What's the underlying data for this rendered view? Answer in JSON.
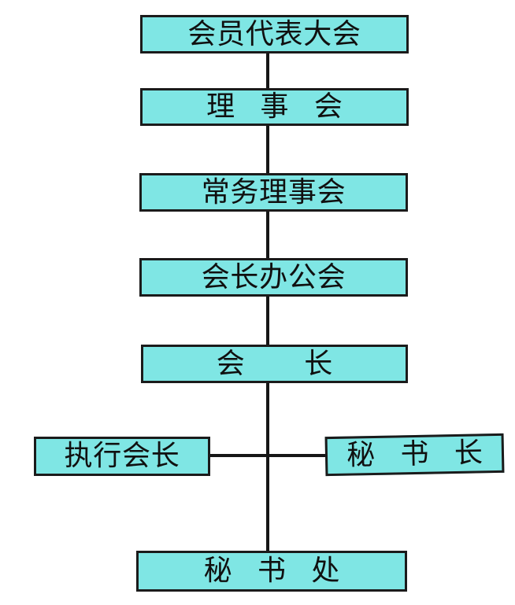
{
  "diagram": {
    "type": "org-chart",
    "background_color": "#ffffff",
    "box_fill_color": "#7fe6e4",
    "box_border_color": "#1b1b1b",
    "line_color": "#161616",
    "text_color": "#101010",
    "nodes": [
      {
        "id": "member-assembly",
        "label": "会员代表大会"
      },
      {
        "id": "council",
        "label": "理事会"
      },
      {
        "id": "standing-council",
        "label": "常务理事会"
      },
      {
        "id": "president-office",
        "label": "会长办公会"
      },
      {
        "id": "president",
        "label": "会长"
      },
      {
        "id": "executive-president",
        "label": "执行会长"
      },
      {
        "id": "secretary-general",
        "label": "秘书长"
      },
      {
        "id": "secretariat",
        "label": "秘书处"
      }
    ],
    "edges": [
      {
        "from": "member-assembly",
        "to": "council"
      },
      {
        "from": "council",
        "to": "standing-council"
      },
      {
        "from": "standing-council",
        "to": "president-office"
      },
      {
        "from": "president-office",
        "to": "president"
      },
      {
        "from": "president",
        "to": "executive-president"
      },
      {
        "from": "president",
        "to": "secretary-general"
      },
      {
        "from": "president",
        "to": "secretariat"
      }
    ]
  }
}
